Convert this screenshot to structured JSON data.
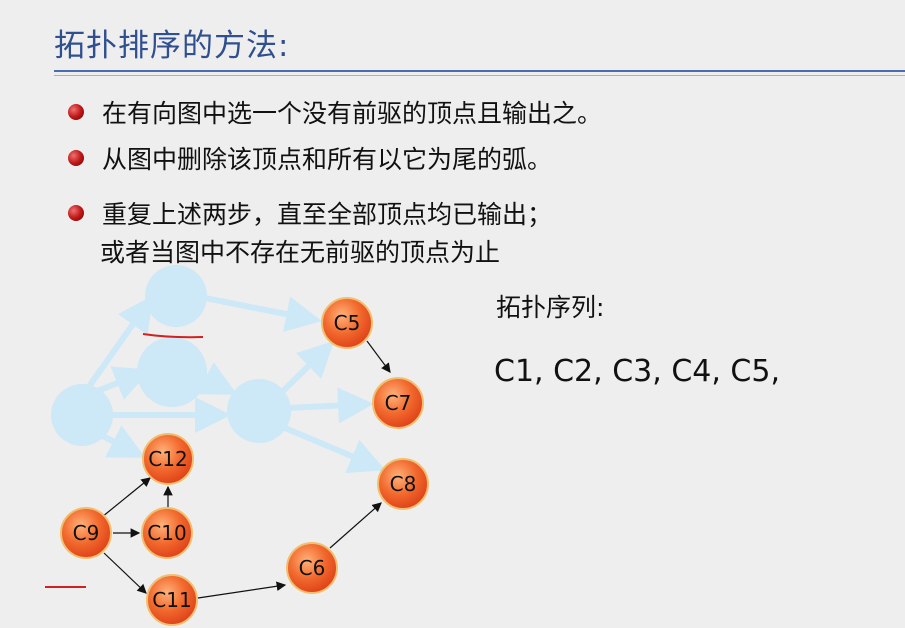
{
  "slide": {
    "title": "拓扑排序的方法:",
    "bullets": [
      "在有向图中选一个没有前驱的顶点且输出之。",
      "从图中删除该顶点和所有以它为尾的弧。",
      "重复上述两步，直至全部顶点均已输出；",
      "或者当图中不存在无前驱的顶点为止"
    ],
    "sequence_label": "拓扑序列:",
    "sequence_value": "C1, C2, C3, C4, C5,"
  },
  "graph": {
    "nodes": [
      {
        "id": "C5",
        "label": "C5"
      },
      {
        "id": "C7",
        "label": "C7"
      },
      {
        "id": "C8",
        "label": "C8"
      },
      {
        "id": "C12",
        "label": "C12"
      },
      {
        "id": "C9",
        "label": "C9"
      },
      {
        "id": "C10",
        "label": "C10"
      },
      {
        "id": "C6",
        "label": "C6"
      },
      {
        "id": "C11",
        "label": "C11"
      }
    ],
    "edges": [
      [
        "C5",
        "C7"
      ],
      [
        "C9",
        "C12"
      ],
      [
        "C9",
        "C10"
      ],
      [
        "C9",
        "C11"
      ],
      [
        "C10",
        "C12"
      ],
      [
        "C11",
        "C6"
      ],
      [
        "C6",
        "C8"
      ]
    ],
    "colors": {
      "node_fill": "#f26a2e",
      "node_border": "#e8b45a",
      "removed_node": "#cde8f7",
      "removed_edge": "#cde8f7",
      "annotation": "#d32020"
    }
  }
}
